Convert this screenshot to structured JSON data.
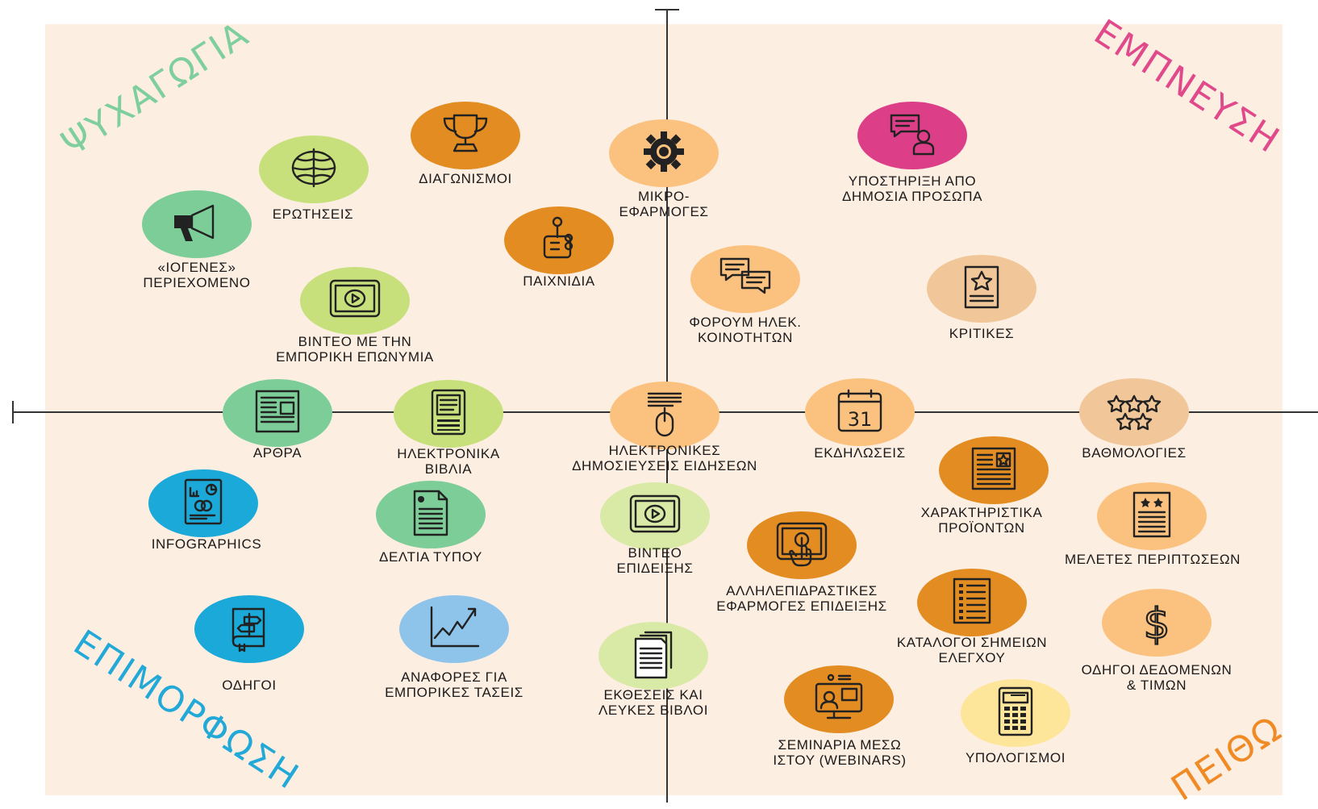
{
  "quadrants": {
    "top_left": "ΨΥΧΑΓΩΓΙΑ",
    "top_right": "ΕΜΠΝΕΥΣΗ",
    "bottom_left": "ΕΠΙΜΟΡΦΩΣΗ",
    "bottom_right": "ΠΕΙΘΩ"
  },
  "colors": {
    "panel": "#fdeee2",
    "axis": "#333333",
    "dark_orange": "#e38c22",
    "light_orange": "#fbc27f",
    "tan": "#f1c79a",
    "light_green": "#c7e07c",
    "pale_green": "#d9e9a6",
    "green": "#7ccd97",
    "blue": "#1aa9d8",
    "light_blue": "#8ec3ea",
    "magenta": "#dd3e88",
    "yellow": "#fde59a"
  },
  "items": [
    {
      "id": "erotiseis",
      "label": "ΕΡΩΤΗΣΕΙΣ",
      "icon": "brain-icon"
    },
    {
      "id": "diagonismoi",
      "label": "ΔΙΑΓΩΝΙΣΜΟΙ",
      "icon": "trophy-icon"
    },
    {
      "id": "mikroefarmoges",
      "label": "ΜΙΚΡΟ-\nΕΦΑΡΜΟΓΕΣ",
      "icon": "gear-icon"
    },
    {
      "id": "ypostirixi",
      "label": "ΥΠΟΣΤΗΡΙΞΗ ΑΠΟ\nΔΗΜΟΣΙΑ ΠΡΟΣΩΠΑ",
      "icon": "speech-person-icon"
    },
    {
      "id": "iogenes",
      "label": "«ΙΟΓΕΝΕΣ»\nΠΕΡΙΕΧΟΜΕΝΟ",
      "icon": "megaphone-icon"
    },
    {
      "id": "paixnidia",
      "label": "ΠΑΙΧΝΙΔΙΑ",
      "icon": "joystick-icon"
    },
    {
      "id": "forum",
      "label": "ΦΟΡΟΥΜ ΗΛΕΚ.\nΚΟΙΝΟΤΗΤΩΝ",
      "icon": "chat-bubbles-icon"
    },
    {
      "id": "kritikes",
      "label": "ΚΡΙΤΙΚΕΣ",
      "icon": "review-doc-icon"
    },
    {
      "id": "video_brand",
      "label": "ΒΙΝΤΕΟ ΜΕ ΤΗΝ\nΕΜΠΟΡΙΚΗ ΕΠΩΝΥΜΙΑ",
      "icon": "video-screen-icon"
    },
    {
      "id": "arthra",
      "label": "ΑΡΘΡΑ",
      "icon": "newspaper-icon"
    },
    {
      "id": "ebooks",
      "label": "ΗΛΕΚΤΡΟΝΙΚΑ\nΒΙΒΛΙΑ",
      "icon": "ereader-icon"
    },
    {
      "id": "newsletters",
      "label": "ΗΛΕΚΤΡΟΝΙΚΕΣ\nΔΗΜΟΣΙΕΥΣΕΙΣ ΕΙΔΗΣΕΩΝ",
      "icon": "mouse-icon"
    },
    {
      "id": "ekdiloseis",
      "label": "ΕΚΔΗΛΩΣΕΙΣ",
      "icon": "calendar-icon",
      "icon_text": "31"
    },
    {
      "id": "vathmologies",
      "label": "ΒΑΘΜΟΛΟΓΙΕΣ",
      "icon": "stars-icon"
    },
    {
      "id": "infographics",
      "label": "INFOGRAPHICS",
      "icon": "infographic-icon"
    },
    {
      "id": "deltia",
      "label": "ΔΕΛΤΙΑ ΤΥΠΟΥ",
      "icon": "press-release-icon"
    },
    {
      "id": "video_demo",
      "label": "ΒΙΝΤΕΟ\nΕΠΙΔΕΙΞΗΣ",
      "icon": "video-screen-icon"
    },
    {
      "id": "xaraktiristika",
      "label": "ΧΑΡΑΚΤΗΡΙΣΤΙΚΑ\nΠΡΟΪΟΝΤΩΝ",
      "icon": "product-sheet-icon"
    },
    {
      "id": "meletes",
      "label": "ΜΕΛΕΤΕΣ ΠΕΡΙΠΤΩΣΕΩΝ",
      "icon": "case-study-icon"
    },
    {
      "id": "interactive",
      "label": "ΑΛΛΗΛΕΠΙΔΡΑΣΤΙΚΕΣ\nΕΦΑΡΜΟΓΕΣ ΕΠΙΔΕΙΞΗΣ",
      "icon": "touch-screen-icon"
    },
    {
      "id": "odigoi",
      "label": "ΟΔΗΓΟΙ",
      "icon": "guide-book-icon"
    },
    {
      "id": "anafores",
      "label": "ΑΝΑΦΟΡΕΣ ΓΙΑ\nΕΜΠΟΡΙΚΕΣ ΤΑΣΕΙΣ",
      "icon": "trend-chart-icon"
    },
    {
      "id": "ektheseis",
      "label": "ΕΚΘΕΣΕΙΣ ΚΑΙ\nΛΕΥΚΕΣ ΒΙΒΛΟΙ",
      "icon": "documents-icon"
    },
    {
      "id": "katalogoi",
      "label": "ΚΑΤΑΛΟΓΟΙ ΣΗΜΕΙΩΝ\nΕΛΕΓΧΟΥ",
      "icon": "checklist-icon"
    },
    {
      "id": "odigoi_timon",
      "label": "ΟΔΗΓΟΙ ΔΕΔΟΜΕΝΩΝ\n& ΤΙΜΩΝ",
      "icon": "dollar-icon"
    },
    {
      "id": "webinars",
      "label": "ΣΕΜΙΝΑΡΙΑ ΜΕΣΩ\nΙΣΤΟΥ (WEBINARS)",
      "icon": "webinar-icon"
    },
    {
      "id": "ypologismoi",
      "label": "ΥΠΟΛΟΓΙΣΜΟΙ",
      "icon": "calculator-icon"
    }
  ]
}
